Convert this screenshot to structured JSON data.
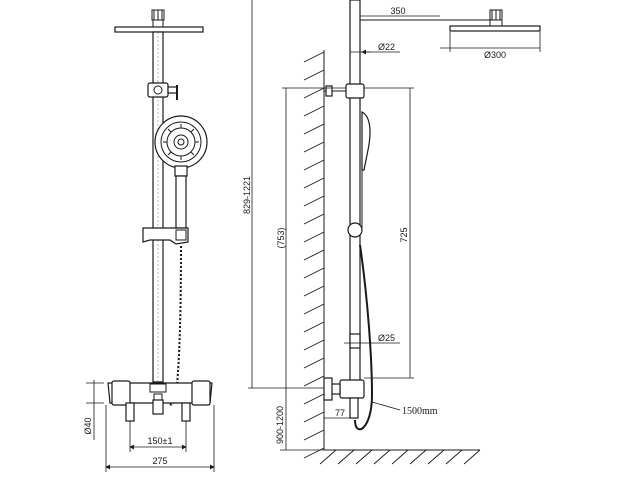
{
  "dimensions": {
    "arm_length": "350",
    "pipe_diameter": "Ø22",
    "head_diameter": "Ø300",
    "total_height_range": "829-1221",
    "center_height": "(753)",
    "rail_length": "725",
    "rail_diameter": "Ø25",
    "hose_length": "1500mm",
    "install_height_range": "900-1200",
    "inlet_offset": "77",
    "valve_height": "Ø40",
    "inlet_spacing": "150±1",
    "valve_width": "275"
  }
}
